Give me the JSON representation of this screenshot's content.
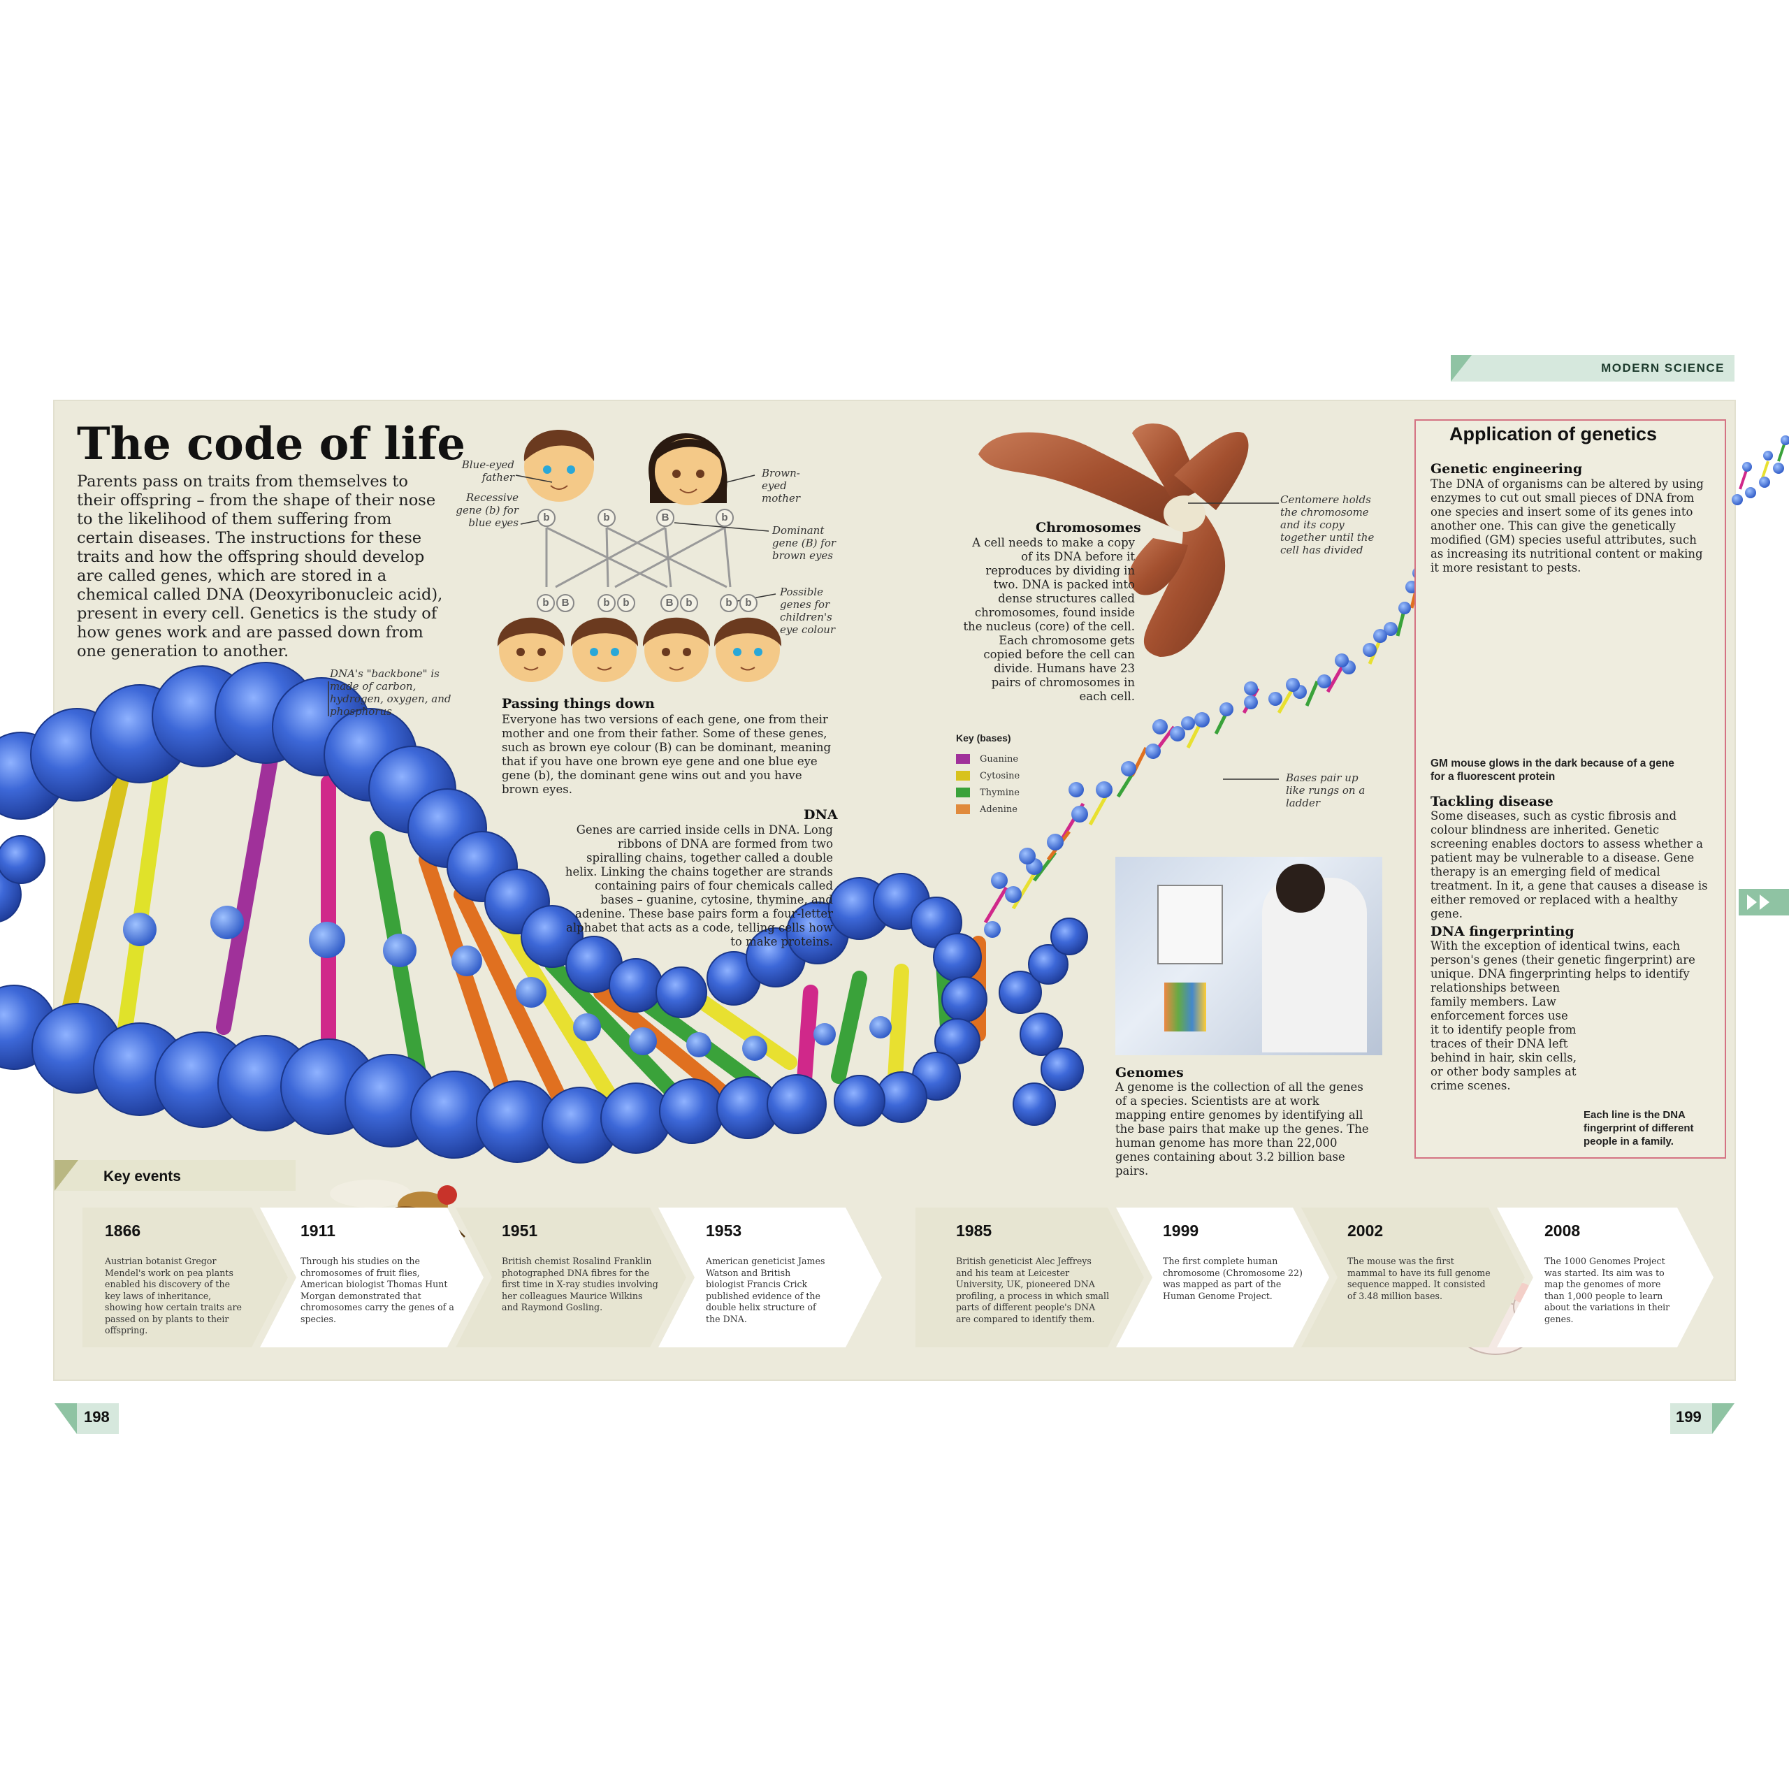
{
  "section_tab": "MODERN SCIENCE",
  "title": "The code of life",
  "intro": "Parents pass on traits from themselves to their offspring – from the shape of their nose to the likelihood of them suffering from certain diseases. The instructions for these traits and how the offspring should develop are called genes, which are stored in a chemical called DNA (Deoxyribonucleic acid), present in every cell. Genetics is the study of how genes work and are passed down from one generation to another.",
  "inheritance": {
    "father_label": "Blue-eyed father",
    "mother_label": "Brown-eyed mother",
    "recessive_label": "Recessive gene (b) for blue eyes",
    "dominant_label": "Dominant gene (B) for brown eyes",
    "possible_label": "Possible genes for children's eye colour",
    "parent_genes": [
      "b",
      "b",
      "B",
      "b"
    ],
    "child_genes": [
      [
        "b",
        "B"
      ],
      [
        "b",
        "b"
      ],
      [
        "B",
        "b"
      ],
      [
        "b",
        "b"
      ]
    ],
    "heading": "Passing things down",
    "text": "Everyone has two versions of each gene, one from their mother and one from their father. Some of these genes, such as brown eye colour (B) can be dominant, meaning that if you have one brown eye gene and one blue eye gene (b), the dominant gene wins out and you have brown eyes."
  },
  "backbone_note": "DNA's \"backbone\" is made of carbon, hydrogen, oxygen, and phosphorus",
  "dna": {
    "heading": "DNA",
    "text": "Genes are carried inside cells in DNA. Long ribbons of DNA are formed from two spiralling chains, together called a double helix. Linking the chains together are strands containing pairs of four chemicals called bases – guanine, cytosine, thymine, and adenine. These base pairs form a four-letter alphabet that acts as a code, telling cells how to make proteins."
  },
  "key": {
    "title": "Key (bases)",
    "items": [
      {
        "label": "Guanine",
        "color": "#a0319a"
      },
      {
        "label": "Cytosine",
        "color": "#d8c21c"
      },
      {
        "label": "Thymine",
        "color": "#3aa23a"
      },
      {
        "label": "Adenine",
        "color": "#e08a3c"
      }
    ]
  },
  "chromosomes": {
    "heading": "Chromosomes",
    "text": "A cell needs to make a copy of its DNA before it reproduces by dividing in two. DNA is packed into dense structures called chromosomes, found inside the nucleus (core) of the cell. Each chromosome gets copied before the cell can divide. Humans have 23 pairs of chromosomes in each cell.",
    "centromere_note": "Centomere holds the chromosome and its copy together until the cell has divided"
  },
  "ladder_note": "Bases pair up like rungs on a ladder",
  "genomes": {
    "heading": "Genomes",
    "text": "A genome is the collection of all the genes of a species. Scientists are at work mapping entire genomes by identifying all the base pairs that make up the genes. The human genome has more than 22,000 genes containing about 3.2 billion base pairs."
  },
  "applications": {
    "heading": "Application of genetics",
    "engineering_heading": "Genetic engineering",
    "engineering_text": "The DNA of organisms can be altered by using enzymes to cut out small pieces of DNA from one species and insert some of its genes into another one. This can give the genetically modified (GM) species useful attributes, such as increasing its nutritional content or making it more resistant to pests.",
    "mouse_caption": "GM mouse glows in the dark because of a gene for a fluorescent protein",
    "disease_heading": "Tackling disease",
    "disease_text": "Some diseases, such as cystic fibrosis and colour blindness are inherited. Genetic screening enables doctors to assess whether a patient may be vulnerable to a disease. Gene therapy is an emerging field of medical treatment. In it, a gene that causes a disease is either removed or replaced with a healthy gene.",
    "fingerprint_heading": "DNA fingerprinting",
    "fingerprint_text_1": "With the exception of identical twins, each person's genes (their genetic fingerprint) are unique. DNA fingerprinting helps to identify relationships between",
    "fingerprint_text_2": "family members. Law enforcement forces use it to identify people from traces of their DNA left behind in hair, skin cells, or other body samples at crime scenes.",
    "fingerprint_caption": "Each line is the DNA fingerprint of different people in a family."
  },
  "timeline": {
    "label": "Key events",
    "events": [
      {
        "year": "1866",
        "text": "Austrian botanist Gregor Mendel's work on pea plants enabled his discovery of the key laws of inheritance, showing how certain traits are passed on by plants to their offspring."
      },
      {
        "year": "1911",
        "text": "Through his studies on the chromosomes of fruit flies, American biologist Thomas Hunt Morgan demonstrated that chromosomes carry the genes of a species."
      },
      {
        "year": "1951",
        "text": "British chemist Rosalind Franklin photographed DNA fibres for the first time in X-ray studies involving her colleagues Maurice Wilkins and Raymond Gosling."
      },
      {
        "year": "1953",
        "text": "American geneticist James Watson and British biologist Francis Crick published evidence of the double helix structure of the DNA."
      },
      {
        "year": "1985",
        "text": "British geneticist Alec Jeffreys and his team at Leicester University, UK, pioneered DNA profiling, a process in which small parts of different people's DNA are compared to identify them."
      },
      {
        "year": "1999",
        "text": "The first complete human chromosome (Chromosome 22) was mapped as part of the Human Genome Project."
      },
      {
        "year": "2002",
        "text": "The mouse was the first mammal to have its full genome sequence mapped. It consisted of 3.48 million bases."
      },
      {
        "year": "2008",
        "text": "The 1000 Genomes Project was started. Its aim was to map the genomes of more than 1,000 people to learn about the variations in their genes."
      }
    ]
  },
  "page_left": "198",
  "page_right": "199"
}
